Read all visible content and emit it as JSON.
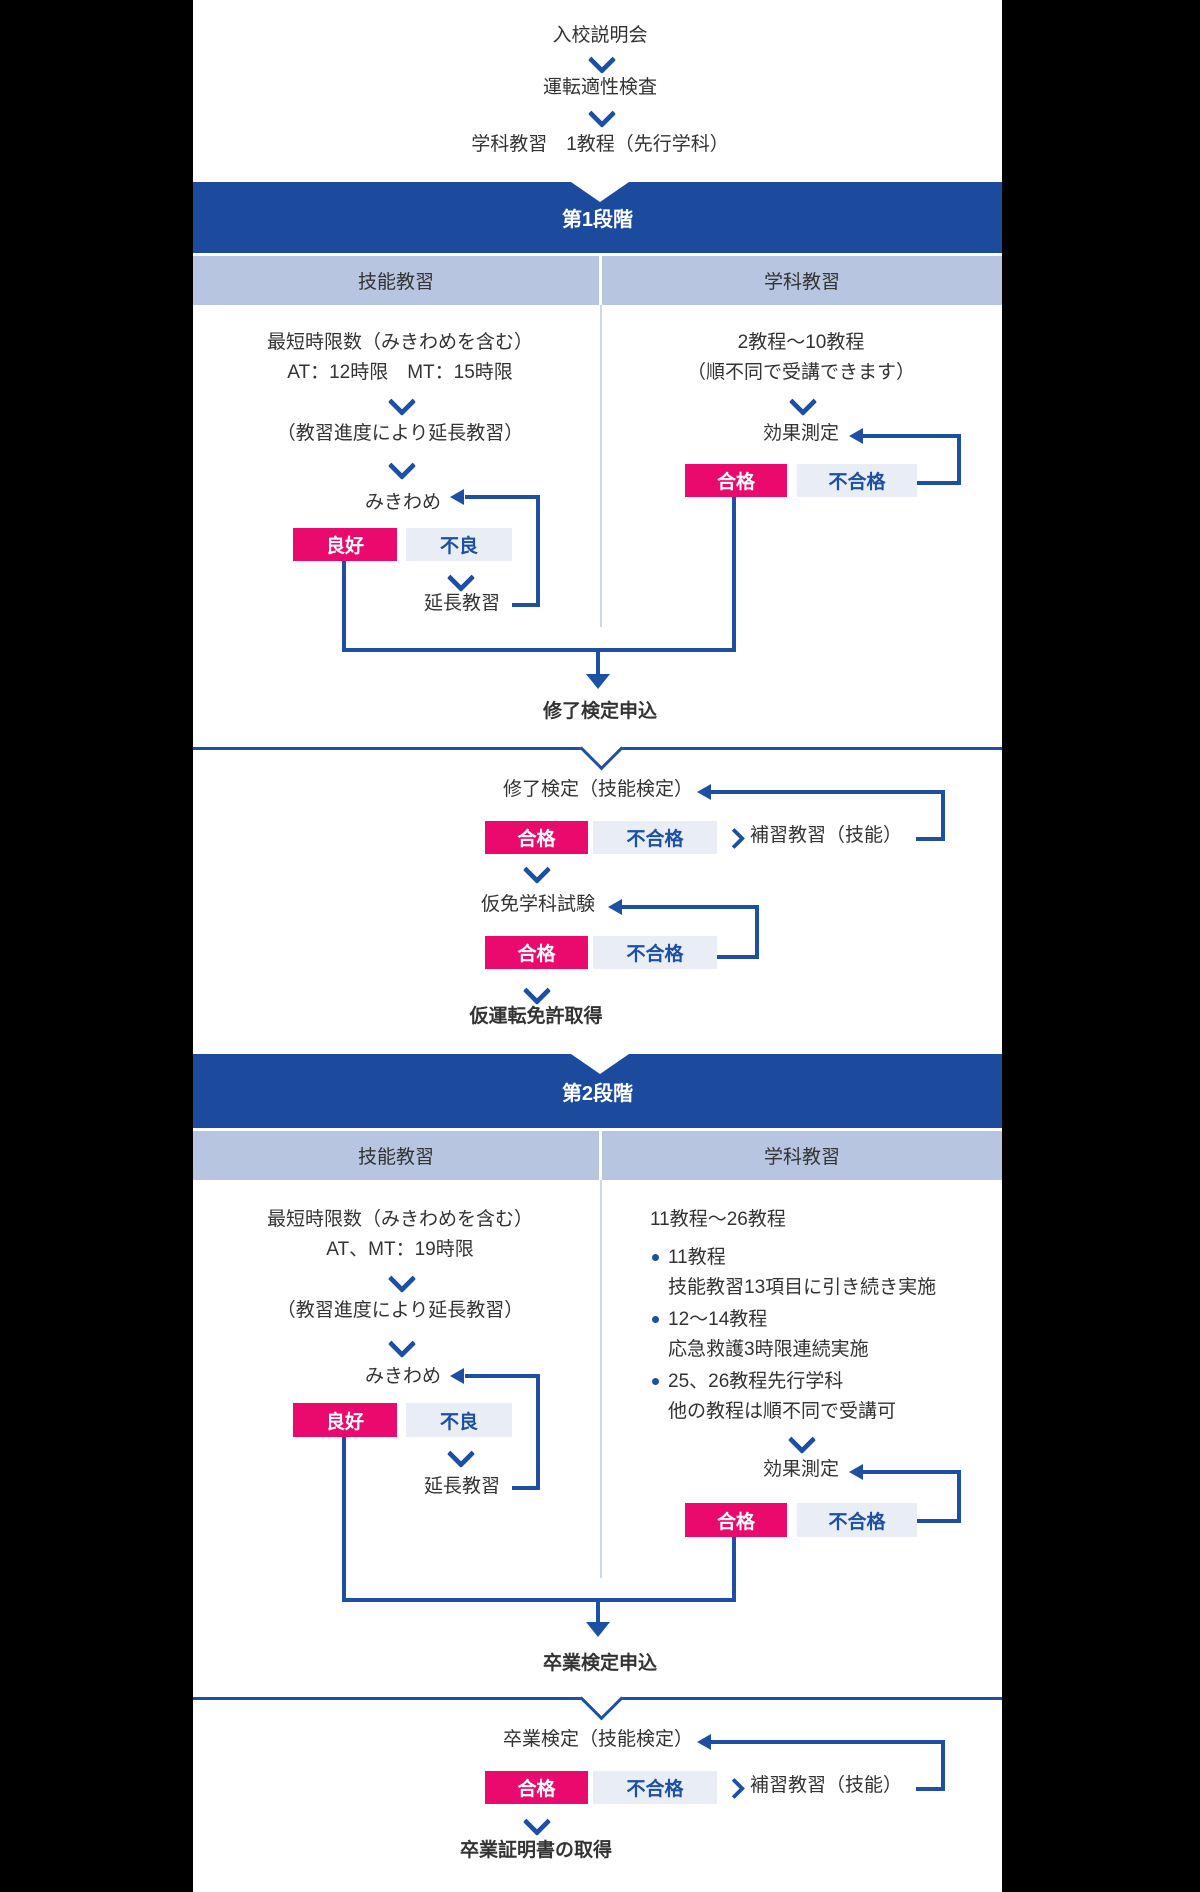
{
  "colors": {
    "background": "#000000",
    "canvas": "#ffffff",
    "banner_blue": "#1c4b9e",
    "flow_blue": "#1d4fa3",
    "header_bg": "#b7c5e0",
    "pass_pink": "#ea0a6d",
    "fail_bg": "#e9edf6",
    "fail_text": "#1d4fa3",
    "text": "#333333"
  },
  "intro": {
    "steps": [
      "入校説明会",
      "運転適性検査",
      "学科教習　1教程（先行学科）"
    ]
  },
  "stage1": {
    "banner": "第1段階",
    "skill": {
      "header": "技能教習",
      "line1": "最短時限数（みきわめを含む）",
      "line2": "AT：12時限　MT：15時限",
      "line3": "（教習進度により延長教習）",
      "node": "みきわめ",
      "pass": "良好",
      "fail": "不良",
      "extend": "延長教習"
    },
    "academic": {
      "header": "学科教習",
      "line1": "2教程～10教程",
      "line2": "（順不同で受講できます）",
      "node": "効果測定",
      "pass": "合格",
      "fail": "不合格"
    },
    "apply": "修了検定申込"
  },
  "midterm": {
    "test": "修了検定（技能検定）",
    "test_pass": "合格",
    "test_fail": "不合格",
    "remedial": "補習教習（技能）",
    "written": "仮免学科試験",
    "written_pass": "合格",
    "written_fail": "不合格",
    "result": "仮運転免許取得"
  },
  "stage2": {
    "banner": "第2段階",
    "skill": {
      "header": "技能教習",
      "line1": "最短時限数（みきわめを含む）",
      "line2": "AT、MT：19時限",
      "line3": "（教習進度により延長教習）",
      "node": "みきわめ",
      "pass": "良好",
      "fail": "不良",
      "extend": "延長教習"
    },
    "academic": {
      "header": "学科教習",
      "heading": "11教程～26教程",
      "bullets": [
        {
          "title": "11教程",
          "desc": "技能教習13項目に引き続き実施"
        },
        {
          "title": "12～14教程",
          "desc": "応急救護3時限連続実施"
        },
        {
          "title": "25、26教程先行学科",
          "desc": "他の教程は順不同で受講可"
        }
      ],
      "node": "効果測定",
      "pass": "合格",
      "fail": "不合格"
    },
    "apply": "卒業検定申込"
  },
  "final": {
    "test": "卒業検定（技能検定）",
    "test_pass": "合格",
    "test_fail": "不合格",
    "remedial": "補習教習（技能）",
    "result": "卒業証明書の取得"
  }
}
